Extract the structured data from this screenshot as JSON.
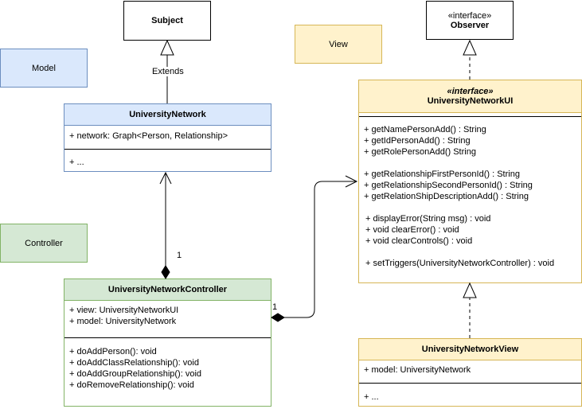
{
  "legend": {
    "model": "Model",
    "view": "View",
    "controller": "Controller"
  },
  "subject": {
    "name": "Subject"
  },
  "observer": {
    "stereotype": "«interface»",
    "name": "Observer"
  },
  "extends_label": "Extends",
  "university_network": {
    "name": "UniversityNetwork",
    "attributes": [
      "+ network: Graph<Person, Relationship>"
    ],
    "methods": [
      "+ ..."
    ]
  },
  "controller": {
    "name": "UniversityNetworkController",
    "attributes": [
      "+ view: UniversityNetworkUI",
      "+ model: UniversityNetwork"
    ],
    "methods": [
      "+ doAddPerson(): void",
      "+ doAddClassRelationship(): void",
      "+ doAddGroupRelationship(): void",
      "+ doRemoveRelationship(): void"
    ]
  },
  "ui_interface": {
    "stereotype": "«interface»",
    "name": "UniversityNetworkUI",
    "methods": [
      "+ getNamePersonAdd() : String",
      "+ getIdPersonAdd() : String",
      "+ getRolePersonAdd() String",
      "+ getRelationshipFirstPersonId() : String",
      "+ getRelationshipSecondPersonId() : String",
      "+ getRelationShipDescriptionAdd() : String",
      "+ displayError(String msg) : void",
      "+ void clearError() : void",
      "+ void clearControls() : void",
      "+ setTriggers(UniversityNetworkController) : void"
    ]
  },
  "view_class": {
    "name": "UniversityNetworkView",
    "attributes": [
      "+ model: UniversityNetwork"
    ],
    "methods": [
      "+ ..."
    ]
  },
  "multiplicity": {
    "upper": "1",
    "right": "1"
  },
  "colors": {
    "model_fill": "#dae8fc",
    "model_stroke": "#6c8ebf",
    "view_fill": "#fff2cc",
    "view_stroke": "#d6b656",
    "controller_fill": "#d5e8d4",
    "controller_stroke": "#82b366"
  }
}
